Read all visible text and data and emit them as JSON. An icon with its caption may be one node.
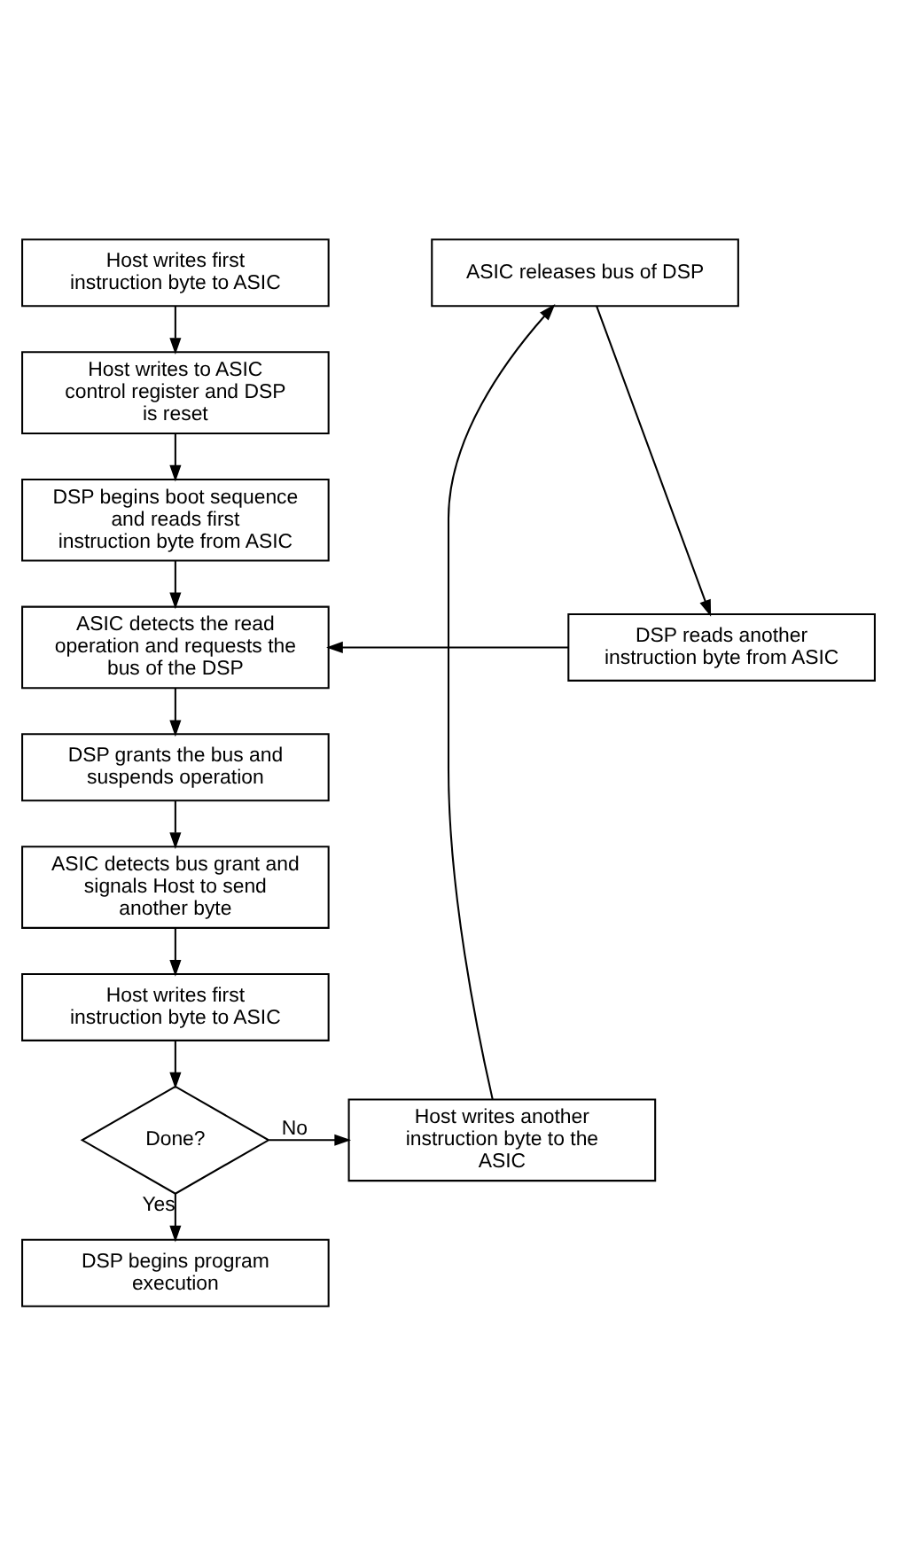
{
  "diagram": {
    "nodes": [
      {
        "text": [
          "Host writes first instruction byte to ASIC"
        ]
      },
      {
        "text": [
          "Host writes to ASIC control register and DSP is reset"
        ]
      },
      {
        "text": [
          "DSP begins boot sequence and reads first instruction byte from ASIC"
        ]
      },
      {
        "text": [
          "ASIC detects the read operation and requests the bus of the DSP"
        ]
      },
      {
        "text": [
          "DSP grants the bus and suspends operation"
        ]
      },
      {
        "text": [
          "ASIC detects bus grant and signals Host to send another byte"
        ]
      },
      {
        "text": [
          "Host writes first instruction byte to ASIC"
        ]
      },
      {
        "text": [
          "Done?"
        ]
      },
      {
        "text": [
          "Host writes another instruction byte to the ASIC"
        ]
      },
      {
        "text": [
          "ASIC releases bus of DSP"
        ]
      },
      {
        "text": [
          "DSP reads another instruction byte from ASIC"
        ]
      },
      {
        "text": [
          "DSP begins program execution"
        ]
      }
    ],
    "edges": [
      {
        "from": 0,
        "to": 1,
        "arrow": "to"
      },
      {
        "from": 1,
        "to": 2,
        "arrow": "to"
      },
      {
        "from": 2,
        "to": 3,
        "arrow": "to"
      },
      {
        "from": 3,
        "to": 4,
        "arrow": "to"
      },
      {
        "from": 4,
        "to": 5,
        "arrow": "to"
      },
      {
        "from": 5,
        "to": 6,
        "arrow": "to"
      },
      {
        "from": 6,
        "to": 7,
        "arrow": "to"
      },
      {
        "from": 7,
        "to": 8,
        "arrow": "to",
        "label": "No"
      },
      {
        "from": 8,
        "to": 9,
        "arrow": "to"
      },
      {
        "from": 9,
        "to": 10,
        "arrow": "to"
      },
      {
        "from": 10,
        "to": 3,
        "arrow": "to"
      },
      {
        "from": 7,
        "to": 11,
        "arrow": "to",
        "label": "Yes"
      }
    ]
  }
}
